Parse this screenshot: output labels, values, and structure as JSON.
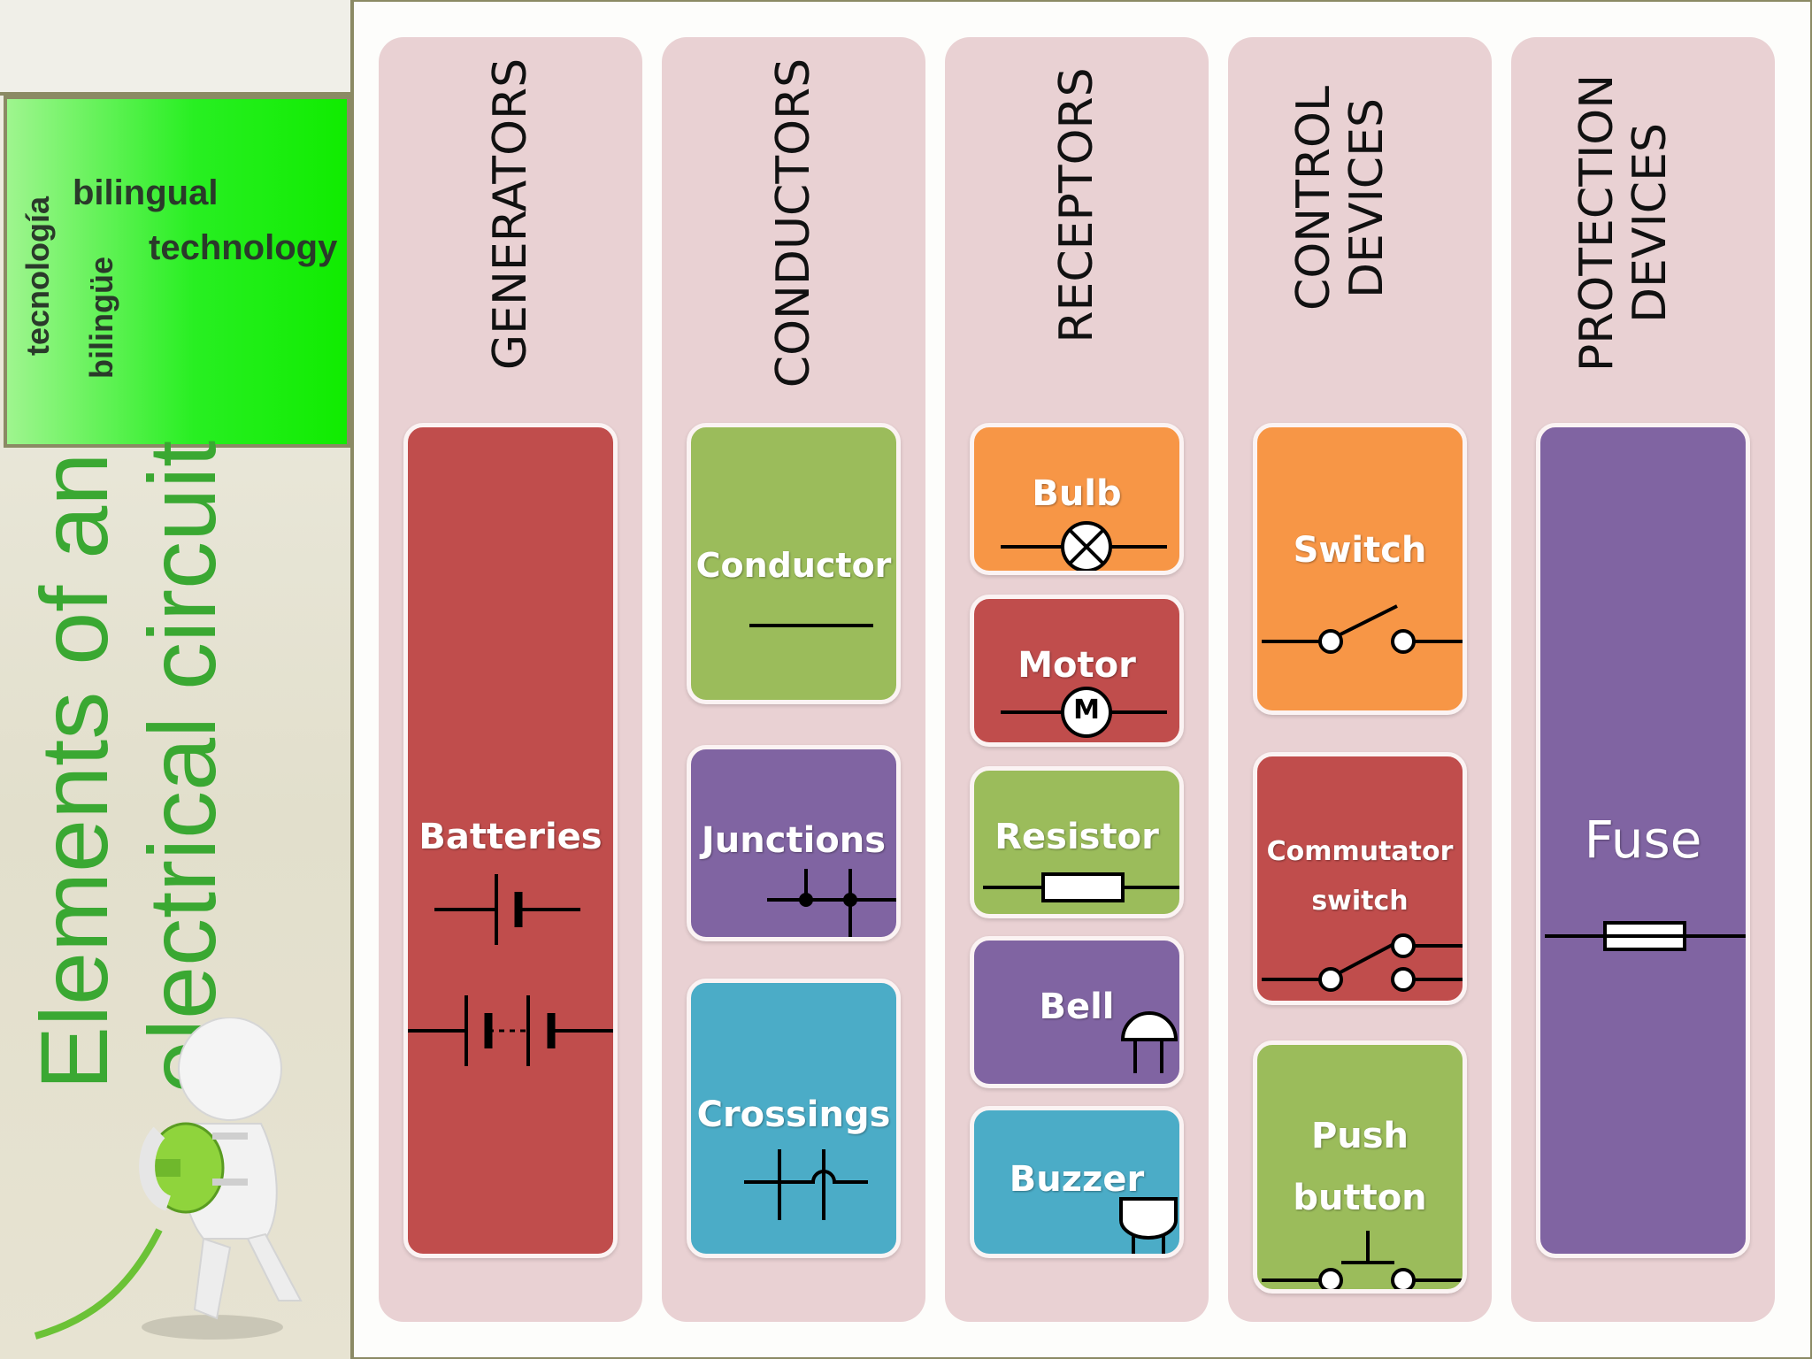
{
  "sidebar": {
    "logo": {
      "line1": "tecnología",
      "line2": "bilingüe",
      "line3": "bilingual",
      "line4": "technology"
    },
    "title_line1": "Elements of an",
    "title_line2": "electrical circuit"
  },
  "columns": [
    {
      "header_line1": "GENERATORS",
      "header_line2": ""
    },
    {
      "header_line1": "CONDUCTORS",
      "header_line2": ""
    },
    {
      "header_line1": "RECEPTORS",
      "header_line2": ""
    },
    {
      "header_line1": "CONTROL",
      "header_line2": "DEVICES"
    },
    {
      "header_line1": "PROTECTION",
      "header_line2": "DEVICES"
    }
  ],
  "cards": {
    "batteries": "Batteries",
    "conductor": "Conductor",
    "junctions": "Junctions",
    "crossings": "Crossings",
    "bulb": "Bulb",
    "motor": "Motor",
    "motor_symbol": "M",
    "resistor": "Resistor",
    "bell": "Bell",
    "buzzer": "Buzzer",
    "switch": "Switch",
    "commutator_line1": "Commutator",
    "commutator_line2": "switch",
    "push_line1": "Push",
    "push_line2": "button",
    "fuse": "Fuse"
  },
  "colors": {
    "red": "#c04d4c",
    "green": "#9bbc5b",
    "purple": "#8064a2",
    "blue": "#4bacc7",
    "orange": "#f79646",
    "column_bg": "#e9d1d3",
    "title_green": "#3aa832"
  },
  "icons": [
    "battery-symbol-icon",
    "conductor-line-icon",
    "junction-symbol-icon",
    "crossing-symbol-icon",
    "bulb-symbol-icon",
    "motor-symbol-icon",
    "resistor-symbol-icon",
    "bell-symbol-icon",
    "buzzer-symbol-icon",
    "switch-symbol-icon",
    "commutator-symbol-icon",
    "push-button-symbol-icon",
    "fuse-symbol-icon",
    "plug-mascot-icon"
  ]
}
